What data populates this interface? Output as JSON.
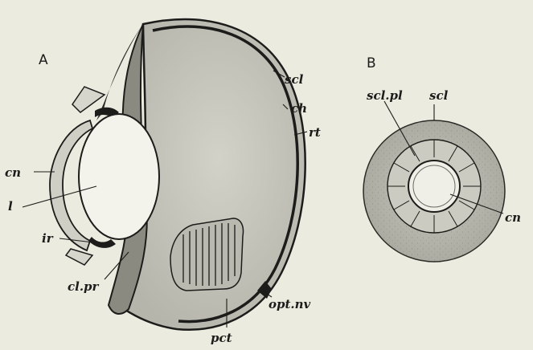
{
  "figure": {
    "panel_a": "A",
    "panel_b": "B",
    "labels": {
      "scl_a": "scl",
      "ch": "ch",
      "rt": "rt",
      "cn_a": "cn",
      "l": "l",
      "ir": "ir",
      "cl_pr": "cl.pr",
      "pct": "pct",
      "opt_nv": "opt.nv",
      "scl_b": "scl",
      "scl_pl": "scl.pl",
      "cn_b": "cn"
    }
  },
  "colors": {
    "background": "#ecebe0",
    "ink": "#1c1c1a",
    "eyeball_fill": "#c6c6bd",
    "lens_fill": "#f3f3ec",
    "disc_fill": "#b7b7ad"
  }
}
